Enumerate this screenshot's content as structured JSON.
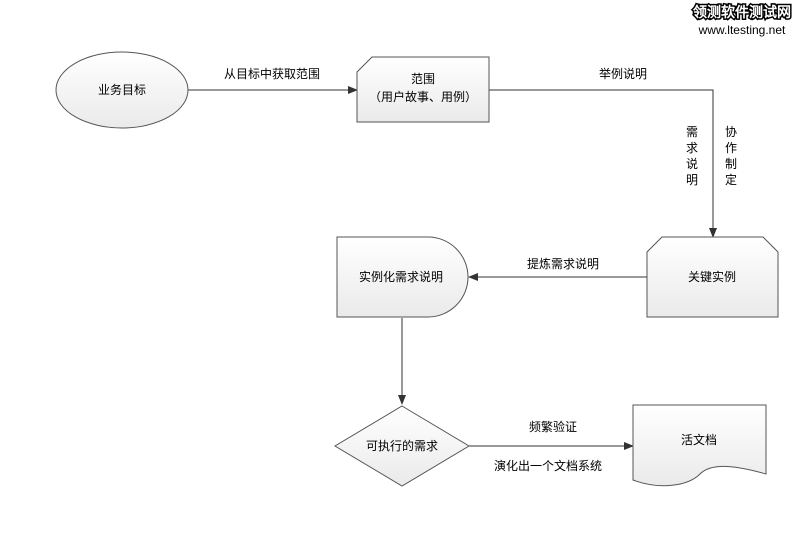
{
  "watermark": {
    "line1": "领测软件测试网",
    "line2": "www.ltesting.net"
  },
  "nodes": {
    "business_goal": "业务目标",
    "scope_line1": "范围",
    "scope_line2": "（用户故事、用例）",
    "key_examples": "关键实例",
    "spec_by_example": "实例化需求说明",
    "executable_spec": "可执行的需求",
    "living_doc": "活文档"
  },
  "edges": {
    "derive_scope": "从目标中获取范围",
    "illustrate": "举例说明",
    "specify_collab_a": [
      "需",
      "求",
      "说",
      "明"
    ],
    "specify_collab_b": [
      "协",
      "作",
      "制",
      "定"
    ],
    "refine": "提炼需求说明",
    "validate": "频繁验证",
    "evolve": "演化出一个文档系统"
  },
  "colors": {
    "fill": "#f3f3f3",
    "stroke": "#555555",
    "edge": "#333333"
  }
}
